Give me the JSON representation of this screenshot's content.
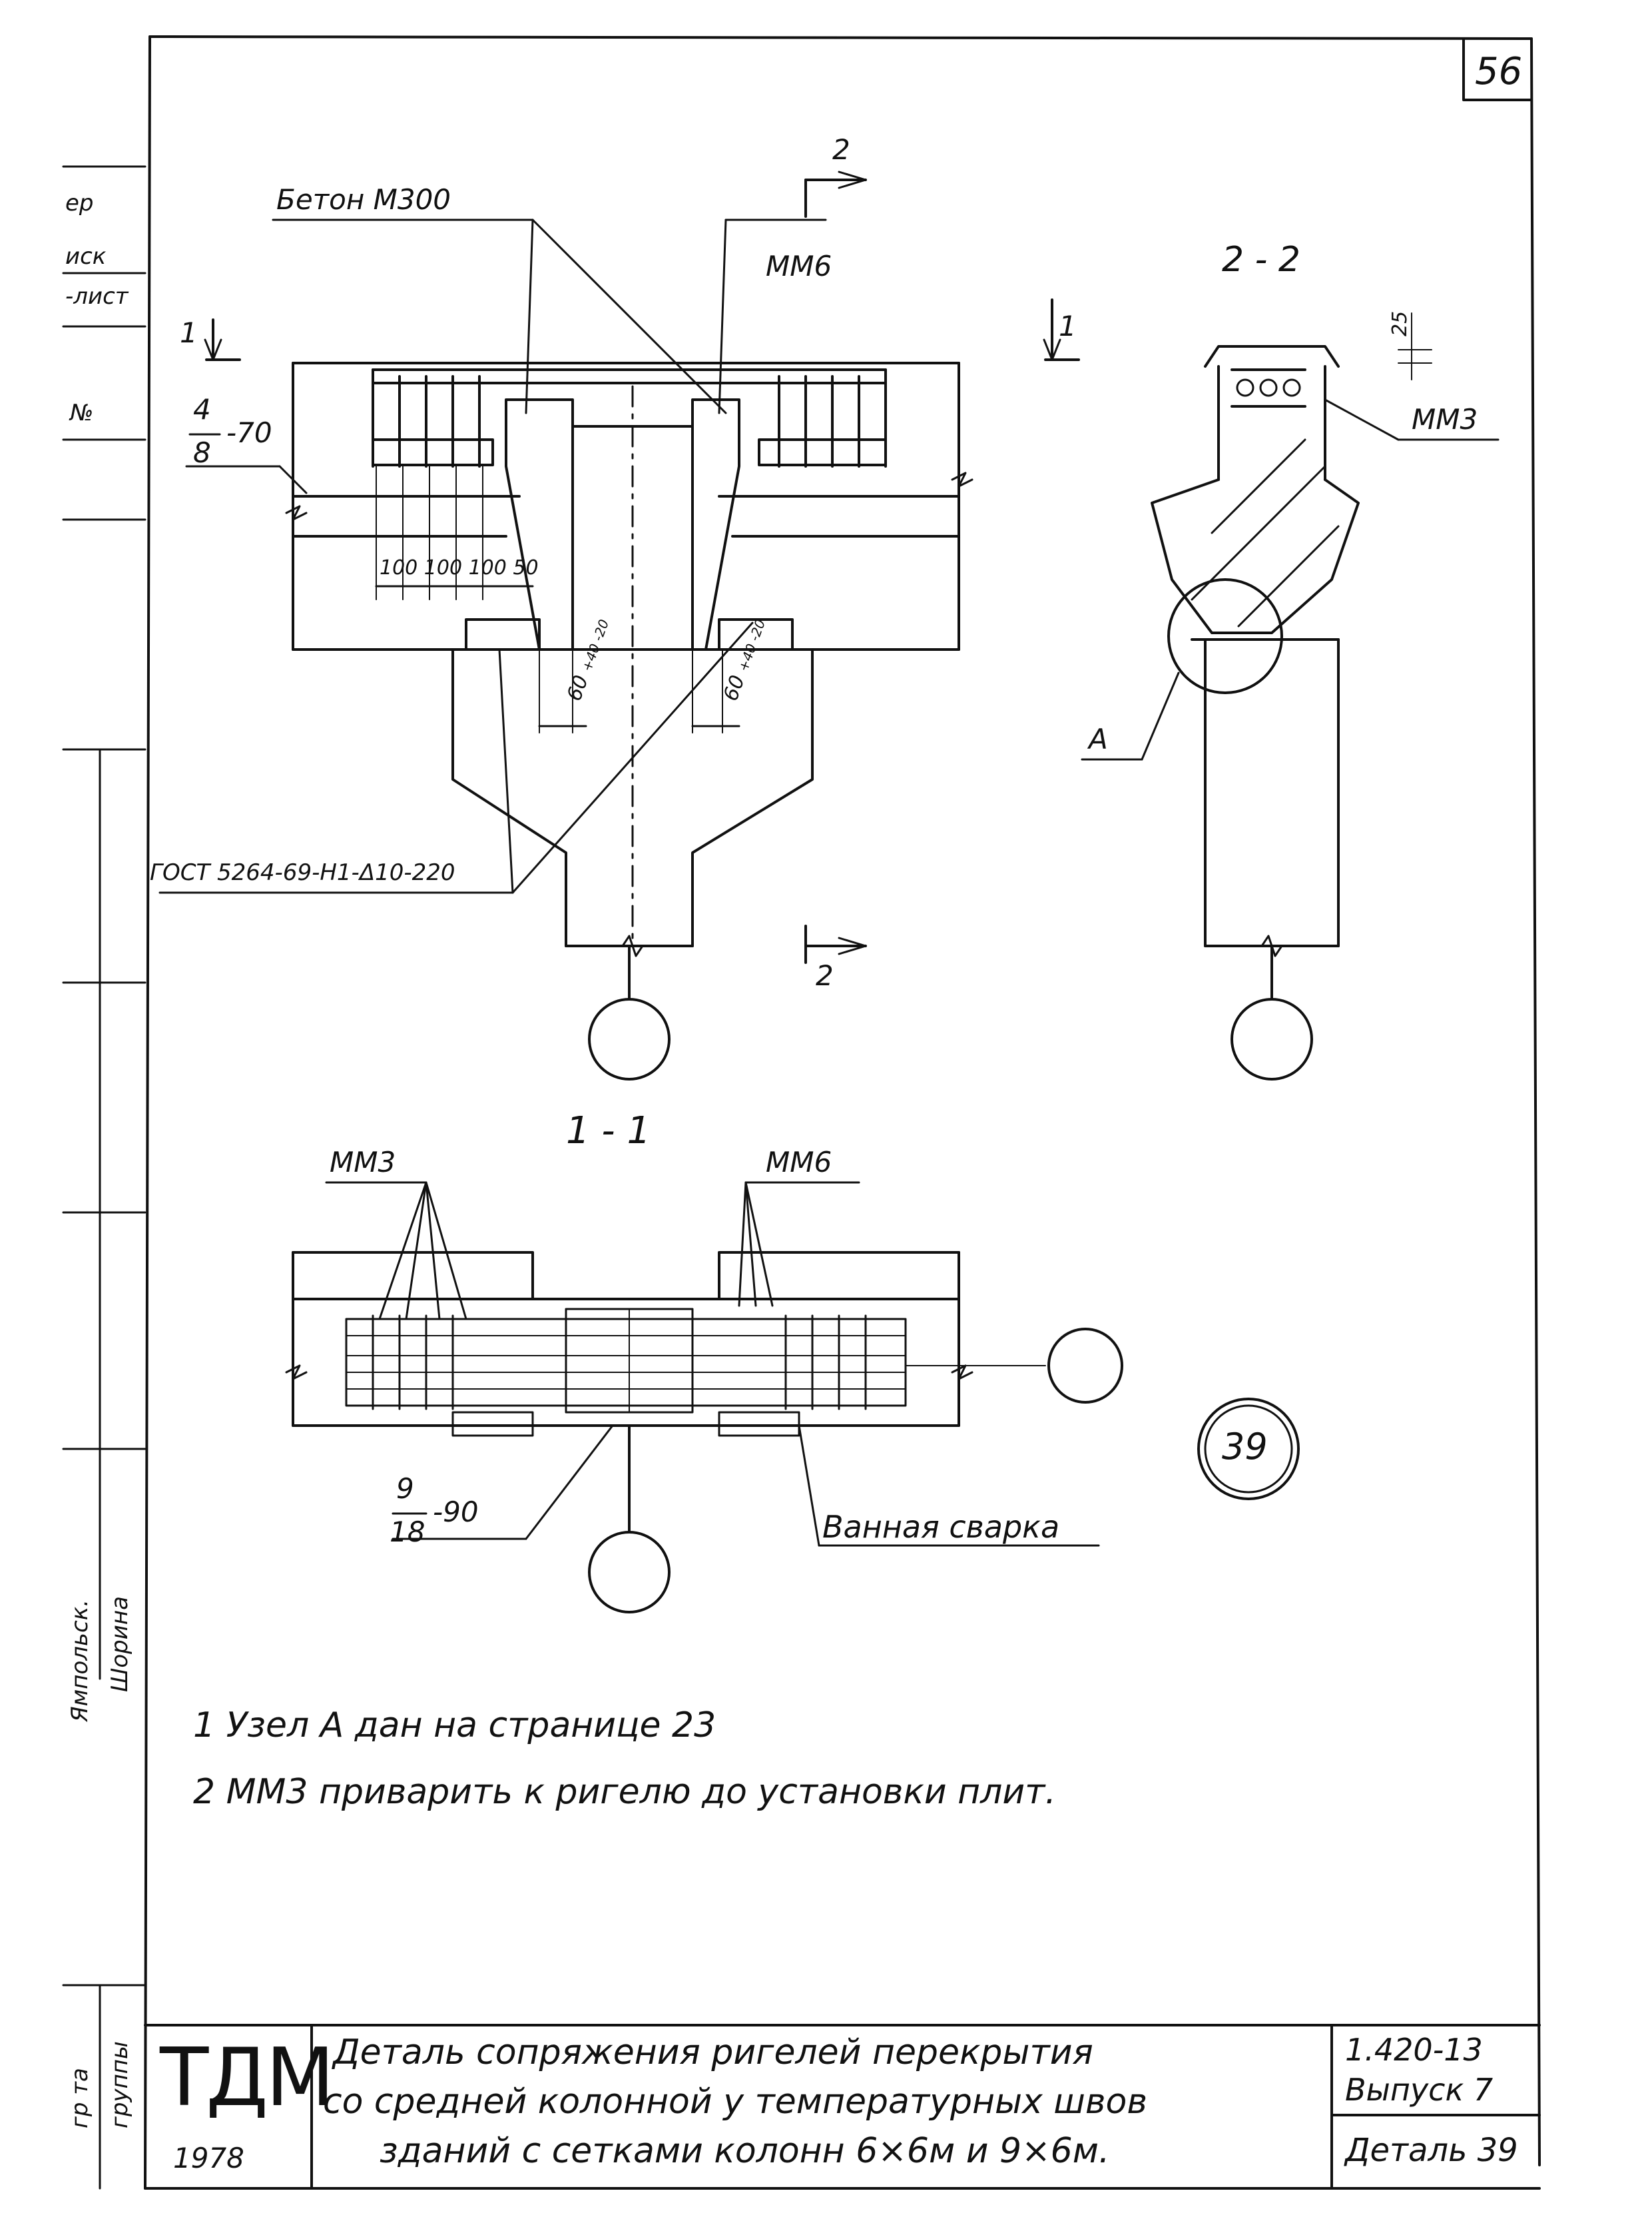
{
  "sheet": {
    "page_number": "56",
    "detail_number": "39"
  },
  "labels": {
    "concrete": "Бетон М300",
    "section_2_marker": "2",
    "section_2_marker_bottom": "2",
    "section_1_marker_left": "1",
    "section_1_marker_right": "1",
    "mm6_top": "ММ6",
    "section_2_2": "2 - 2",
    "dim_25": "25",
    "mm3_right": "ММ3",
    "fraction_left_num": "4",
    "fraction_left_den": "8",
    "fraction_left_val": "-70",
    "dims_spacing": "100 100 100  50",
    "dim_60_left": "60",
    "dim_60_left_tol": "+40 -20",
    "dim_60_right": "60",
    "dim_60_right_tol": "+40 -20",
    "gost": "ГОСТ 5264-69-Н1-Δ10-220",
    "node_A": "А",
    "section_1_1": "1 - 1",
    "mm3_plan": "ММ3",
    "mm6_plan": "ММ6",
    "fraction_plan_num": "9",
    "fraction_plan_den": "18",
    "fraction_plan_val": "-90",
    "bath_weld": "Ванная сварка"
  },
  "notes": [
    "1 Узел А дан на странице 23",
    "2 ММ3 приварить к ригелю  до установки плит."
  ],
  "left_strip": {
    "labels": [
      "ер",
      "иск",
      "-лист",
      "№",
      "Ямпольск.",
      "Шорина",
      "гр та",
      "группы"
    ]
  },
  "title_block": {
    "logo": "ТДМ",
    "year": "1978",
    "title_lines": [
      "Деталь сопряжения ригелей перекрытия",
      "со средней колонной у температурных швов",
      "зданий с сетками колонн 6×6м и 9×6м."
    ],
    "series": "1.420-13",
    "issue": "Выпуск 7",
    "detail": "Деталь 39"
  }
}
